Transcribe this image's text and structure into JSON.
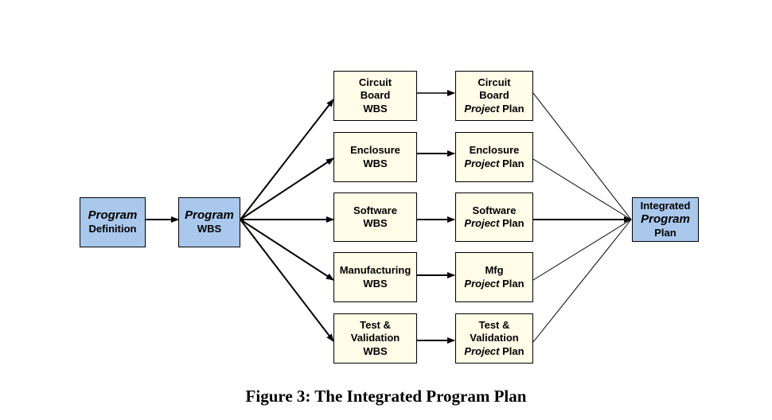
{
  "boxes": {
    "program_definition": {
      "line1": "Program",
      "line2": "Definition"
    },
    "program_wbs": {
      "line1": "Program",
      "line2": "WBS"
    },
    "circuit_board_wbs": {
      "line1": "Circuit",
      "line2": "Board",
      "line3": "WBS"
    },
    "enclosure_wbs": {
      "line1": "Enclosure",
      "line2": "WBS"
    },
    "software_wbs": {
      "line1": "Software",
      "line2": "WBS"
    },
    "manufacturing_wbs": {
      "line1": "Manufacturing",
      "line2": "WBS"
    },
    "test_validation_wbs": {
      "line1": "Test &",
      "line2": "Validation",
      "line3": "WBS"
    },
    "circuit_board_plan": {
      "line1": "Circuit",
      "line2": "Board",
      "italic": "Project",
      "plan": " Plan"
    },
    "enclosure_plan": {
      "line1": "Enclosure",
      "italic": "Project",
      "plan": " Plan"
    },
    "software_plan": {
      "line1": "Software",
      "italic": "Project",
      "plan": " Plan"
    },
    "mfg_plan": {
      "line1": "Mfg",
      "italic": "Project",
      "plan": " Plan"
    },
    "test_validation_plan": {
      "line1": "Test &",
      "line2": "Validation",
      "italic": "Project",
      "plan": " Plan"
    },
    "integrated_program_plan": {
      "line1": "Integrated",
      "line2": "Program",
      "line3": "Plan"
    }
  },
  "caption": "Figure 3:  The Integrated Program Plan",
  "colors": {
    "blue_fill": "#a9c8ec",
    "cream_fill": "#fffce8"
  }
}
